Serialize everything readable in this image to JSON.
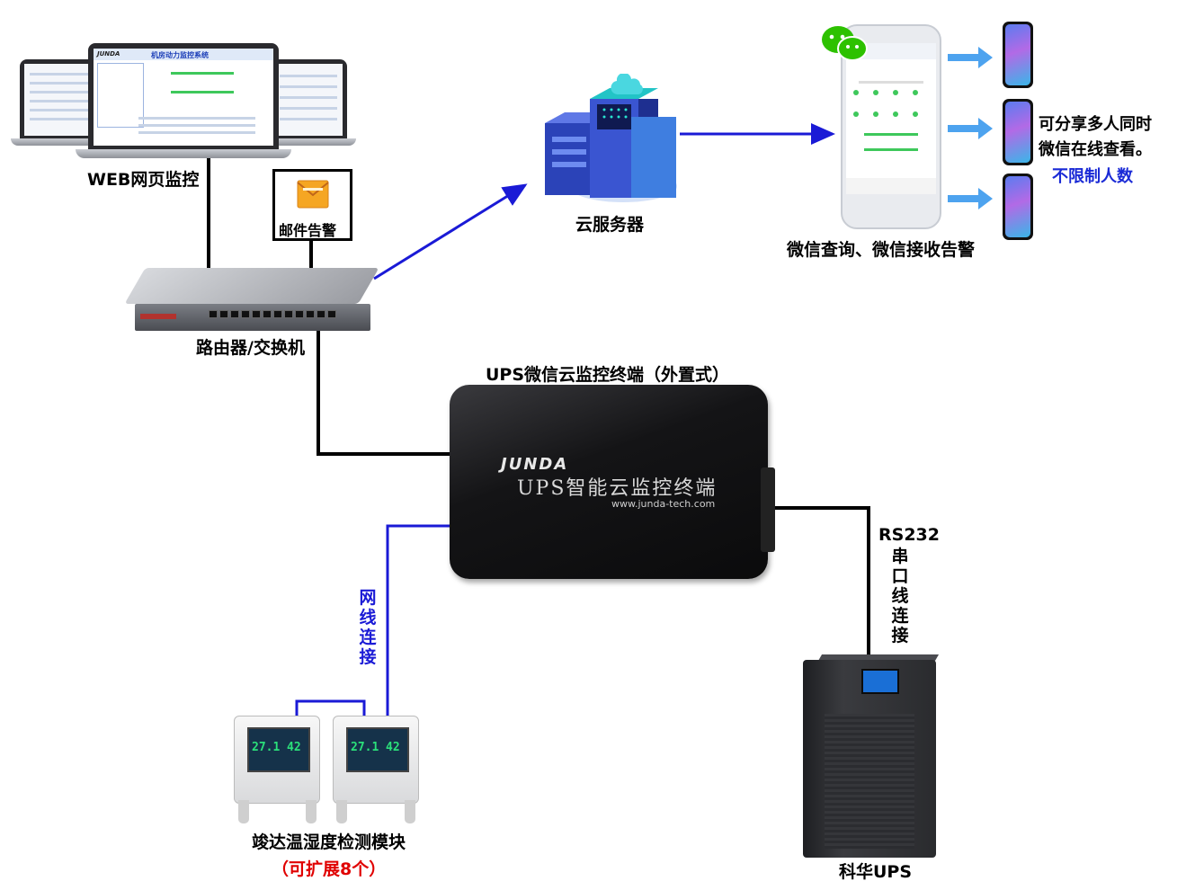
{
  "labels": {
    "web_monitor": "WEB网页监控",
    "email_alarm": "邮件告警",
    "router": "路由器/交换机",
    "cloud_server": "云服务器",
    "wechat": "微信查询、微信接收告警",
    "share_line1": "可分享多人同时",
    "share_line2": "微信在线查看。",
    "unlimited": "不限制人数",
    "terminal_title": "UPS微信云监控终端（外置式）",
    "network_link": [
      "网",
      "线",
      "连",
      "接"
    ],
    "serial_head": "RS232",
    "serial_link": [
      "串",
      "口",
      "线",
      "连",
      "接"
    ],
    "sensor_name": "竣达温湿度检测模块",
    "sensor_expand": "（可扩展8个）",
    "ups_name": "科华UPS"
  },
  "terminal": {
    "brand": "JUNDA",
    "product": "UPS智能云监控终端",
    "url": "www.junda-tech.com"
  },
  "laptop_screen": {
    "title": "机房动力监控系统",
    "brand": "JUNDA"
  },
  "sensor": {
    "temp": "27.1",
    "hum": "42"
  },
  "colors": {
    "black_wire": "#000000",
    "blue_wire": "#1a1ad6",
    "arrow_light": "#4da3ef",
    "accent_red": "#e00000",
    "accent_blue": "#1a2ad6"
  },
  "icons": [
    "wechat-icon",
    "mail-icon",
    "cloud-server-icon",
    "switch-icon",
    "ups-icon",
    "phone-icon",
    "laptop-icon",
    "sensor-icon"
  ]
}
